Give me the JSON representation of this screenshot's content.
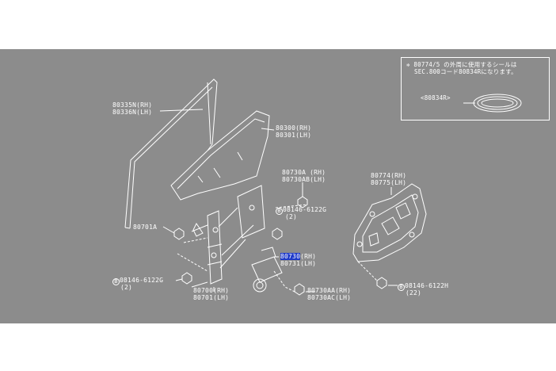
{
  "colors": {
    "background": "#8c8c8c",
    "line": "#ffffff",
    "highlight": "#1d39c9"
  },
  "note": {
    "line1": "✲ 80774/5 の外周に使用するシールは",
    "line2": "SEC.800コード80834Rになります。",
    "seal_label": "<80834R>"
  },
  "parts": {
    "glass_rear_rh": "80335N(RH)",
    "glass_rear_lh": "80336N(LH)",
    "glass_front_rh": "80300(RH)",
    "glass_front_lh": "80301(LH)",
    "regulator_a_rh": "80730A (RH)",
    "regulator_a_lh": "80730AB(LH)",
    "bolt_top_circle": "B",
    "bolt_top_code": "08146-6122G",
    "bolt_top_qty": "(2)",
    "sealing_screen_rh": "80774(RH)",
    "sealing_screen_lh": "80775(LH)",
    "guide_80701a": "80701A",
    "motor_rh_hl": "80730",
    "motor_rh_suffix": "(RH)",
    "motor_lh": "80731(LH)",
    "bolt_left_circle": "B",
    "bolt_left_code": "08146-6122G",
    "bolt_left_qty": "(2)",
    "regulator_rh": "80700(RH)",
    "regulator_lh": "80701(LH)",
    "clip_rh": "80730AA(RH)",
    "clip_lh": "80730AC(LH)",
    "bolt_right_circle": "B",
    "bolt_right_code": "08146-6122H",
    "bolt_right_qty": "(22)"
  }
}
